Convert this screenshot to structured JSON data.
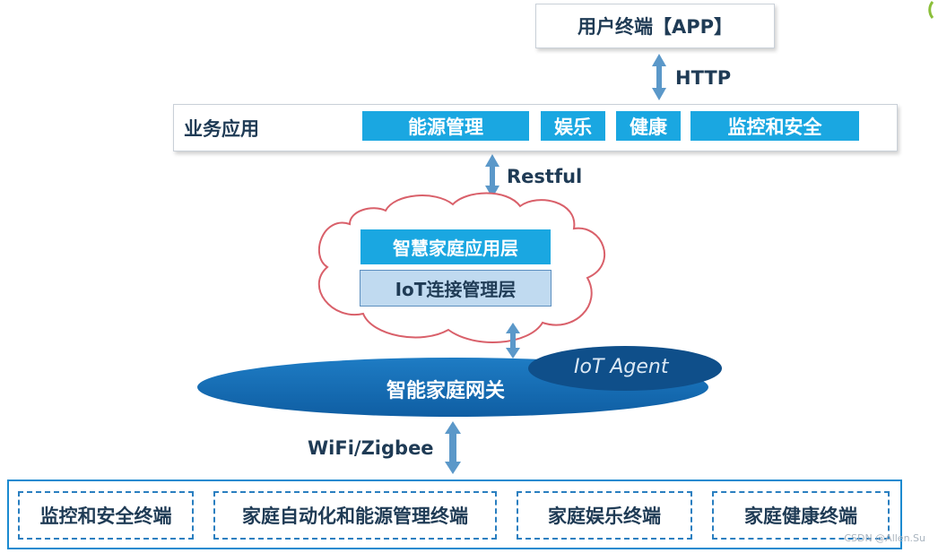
{
  "app_box": {
    "label": "用户终端【APP】"
  },
  "protocols": {
    "http": "HTTP",
    "restful": "Restful",
    "wifi": "WiFi/Zigbee"
  },
  "business": {
    "title": "业务应用",
    "items": [
      "能源管理",
      "娱乐",
      "健康",
      "监控和安全"
    ]
  },
  "cloud": {
    "layers": [
      "智慧家庭应用层",
      "IoT连接管理层"
    ]
  },
  "gateway": {
    "label": "智能家庭网关",
    "agent": "IoT Agent"
  },
  "terminals": [
    "监控和安全终端",
    "家庭自动化和能源管理终端",
    "家庭娱乐终端",
    "家庭健康终端"
  ],
  "watermark": "CSDN @Allen.Su",
  "colors": {
    "accent_blue": "#1aa7e1",
    "light_blue": "#c0daf0",
    "gateway_blue": "#1569b0",
    "agent_blue": "#0f4f8a",
    "arrow": "#5b98c9",
    "cloud_outline": "#d9606a"
  }
}
